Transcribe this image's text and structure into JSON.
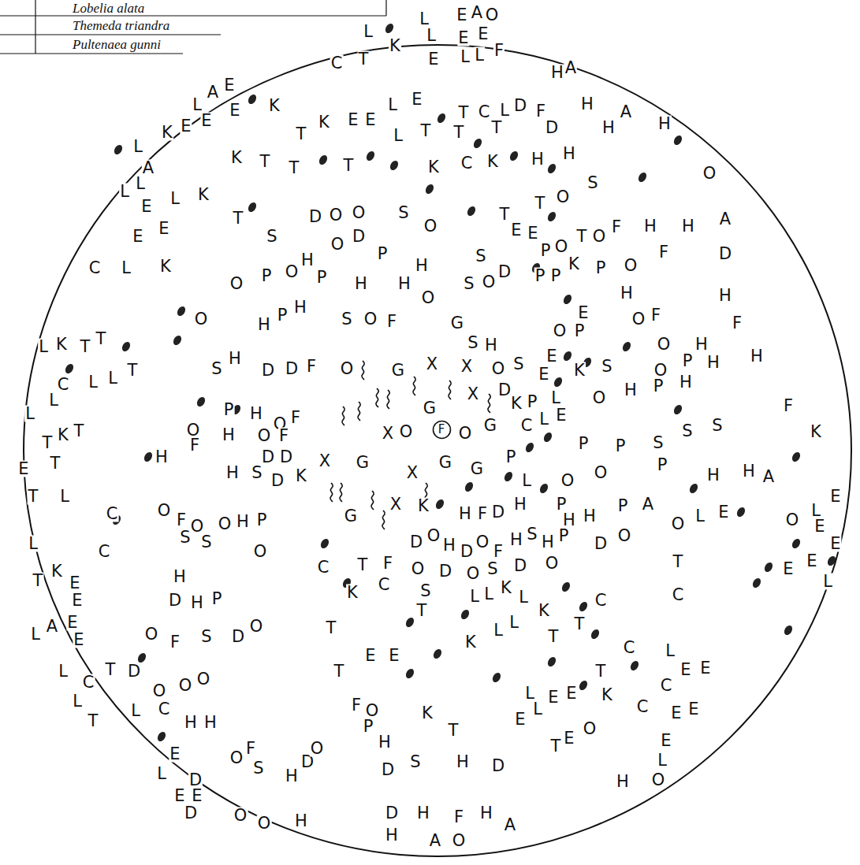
{
  "diagram": {
    "nodes": [
      {
        "text": [
          "F"
        ]
      }
    ],
    "labels": [
      "Lobelia alata",
      "Themeda triandra",
      "Pultenaea gunni",
      "L",
      "L",
      "E",
      "A",
      "O",
      "C",
      "T",
      "K",
      "L",
      "E",
      "E",
      "E",
      "L",
      "L",
      "F",
      "H",
      "A",
      "L",
      "A",
      "E",
      "E",
      "K",
      "L",
      "E",
      "T",
      "C",
      "L",
      "D",
      "F",
      "H",
      "L",
      "K",
      "E",
      "E",
      "T",
      "K",
      "E",
      "E",
      "L",
      "T",
      "T",
      "T",
      "D",
      "H",
      "A",
      "H",
      "L",
      "L",
      "A",
      "K",
      "T",
      "T",
      "T",
      "K",
      "C",
      "K",
      "H",
      "H",
      "O",
      "E",
      "L",
      "K",
      "D",
      "O",
      "O",
      "S",
      "O",
      "T",
      "E",
      "E",
      "T",
      "O",
      "S",
      "F",
      "H",
      "H",
      "A",
      "E",
      "E",
      "T",
      "S",
      "H",
      "O",
      "D",
      "P",
      "H",
      "S",
      "P",
      "O",
      "T",
      "O",
      "O",
      "F",
      "D",
      "C",
      "L",
      "K",
      "O",
      "P",
      "O",
      "P",
      "H",
      "H",
      "O",
      "S",
      "O",
      "D",
      "P",
      "P",
      "K",
      "P",
      "H",
      "H",
      "L",
      "K",
      "T",
      "T",
      "O",
      "H",
      "P",
      "H",
      "S",
      "O",
      "F",
      "G",
      "S",
      "H",
      "O",
      "P",
      "E",
      "O",
      "F",
      "O",
      "H",
      "F",
      "C",
      "L",
      "L",
      "T",
      "S",
      "H",
      "D",
      "D",
      "F",
      "O",
      "G",
      "X",
      "X",
      "O",
      "S",
      "E",
      "E",
      "K",
      "S",
      "O",
      "P",
      "H",
      "H",
      "L",
      "L",
      "P",
      "H",
      "O",
      "F",
      "G",
      "X",
      "D",
      "K",
      "P",
      "L",
      "O",
      "H",
      "P",
      "H",
      "F",
      "T",
      "K",
      "T",
      "O",
      "F",
      "H",
      "O",
      "F",
      "X",
      "O",
      "O",
      "G",
      "C",
      "L",
      "E",
      "P",
      "P",
      "S",
      "S",
      "S",
      "K",
      "E",
      "T",
      "H",
      "D",
      "D",
      "H",
      "S",
      "D",
      "K",
      "X",
      "G",
      "X",
      "G",
      "G",
      "P",
      "L",
      "O",
      "O",
      "P",
      "H",
      "H",
      "A",
      "T",
      "L",
      "C",
      "O",
      "F",
      "O",
      "O",
      "H",
      "P",
      "G",
      "X",
      "K",
      "H",
      "F",
      "D",
      "H",
      "P",
      "H",
      "H",
      "P",
      "A",
      "O",
      "L",
      "E",
      "O",
      "L",
      "E",
      "D",
      "O",
      "H",
      "D",
      "O",
      "F",
      "H",
      "S",
      "H",
      "P",
      "D",
      "O",
      "L",
      "C",
      "S",
      "S",
      "O",
      "E",
      "E",
      "C",
      "T",
      "F",
      "O",
      "D",
      "O",
      "S",
      "D",
      "O",
      "T",
      "E",
      "E",
      "T",
      "K",
      "E",
      "E",
      "H",
      "D",
      "H",
      "P",
      "K",
      "C",
      "S",
      "T",
      "L",
      "L",
      "K",
      "L",
      "T",
      "C",
      "C",
      "L",
      "L",
      "A",
      "E",
      "E",
      "O",
      "F",
      "S",
      "D",
      "O",
      "T",
      "K",
      "L",
      "L",
      "K",
      "T",
      "C",
      "L",
      "L",
      "C",
      "T",
      "D",
      "O",
      "O",
      "O",
      "T",
      "E",
      "E",
      "L",
      "E",
      "E",
      "T",
      "C",
      "E",
      "E",
      "L",
      "T",
      "L",
      "C",
      "H",
      "H",
      "F",
      "O",
      "P",
      "K",
      "T",
      "E",
      "L",
      "K",
      "C",
      "E",
      "E",
      "L",
      "E",
      "D",
      "O",
      "F",
      "S",
      "H",
      "D",
      "O",
      "H",
      "D",
      "S",
      "H",
      "D",
      "T",
      "E",
      "O",
      "L",
      "E",
      "H",
      "O",
      "E",
      "E",
      "D",
      "O",
      "O",
      "H",
      "D",
      "H",
      "F",
      "H",
      "A",
      "H",
      "A",
      "O"
    ]
  }
}
